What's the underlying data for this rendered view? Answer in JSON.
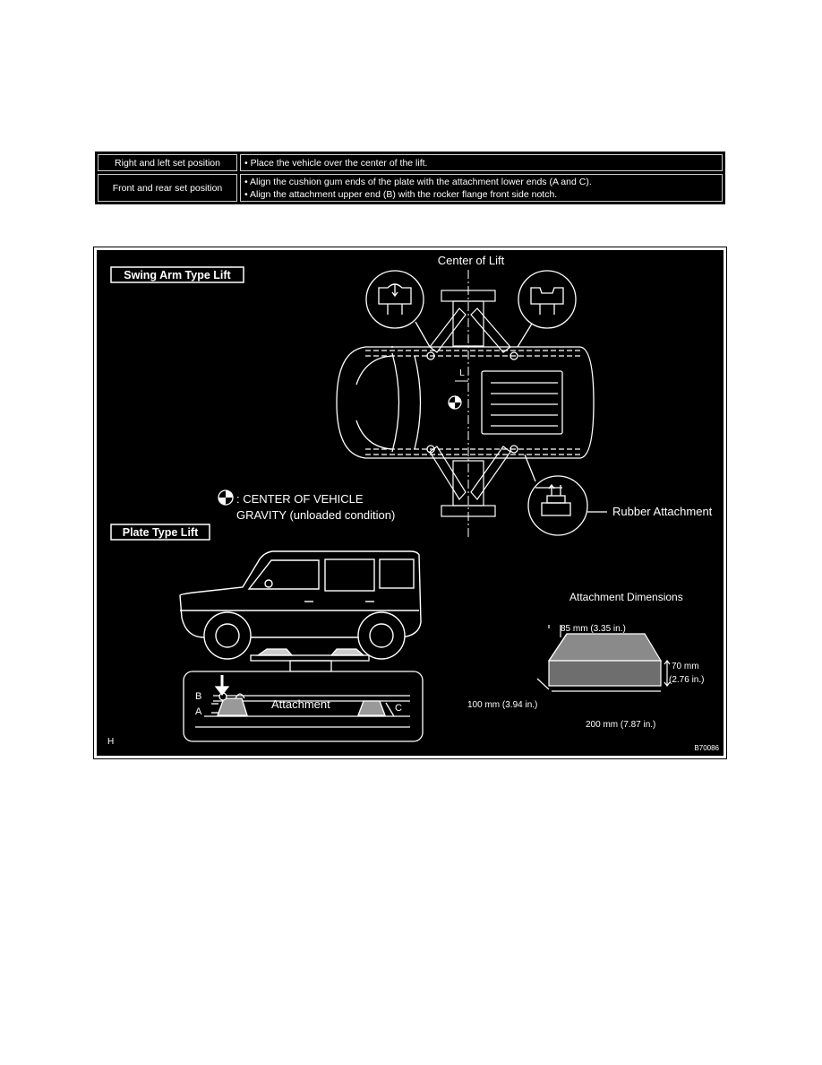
{
  "spec_table": {
    "rows": [
      {
        "label": "Right and left set position",
        "values": [
          "• Place the vehicle over the center of the lift."
        ]
      },
      {
        "label": "Front and rear set position",
        "values": [
          "• Align the cushion gum ends of the plate with the attachment lower ends (A and C).",
          "• Align the attachment upper end (B) with the rocker flange front side notch."
        ]
      }
    ]
  },
  "figure": {
    "swing_arm_title": "Swing Arm Type Lift",
    "center_of_lift": "Center of Lift",
    "dim_l": "L",
    "gravity_line1": ": CENTER OF VEHICLE",
    "gravity_line2": "GRAVITY (unloaded condition)",
    "rubber_attachment": "Rubber Attachment",
    "plate_title": "Plate Type Lift",
    "attachment_dims_title": "Attachment Dimensions",
    "dim_top": "85 mm (3.35 in.)",
    "dim_height_1": "70 mm",
    "dim_height_2": "(2.76 in.)",
    "dim_depth": "100 mm (3.94 in.)",
    "dim_width": "200 mm (7.87 in.)",
    "label_b": "B",
    "label_a": "A",
    "label_c": "C",
    "attachment": "Attachment",
    "corner_h": "H",
    "figure_code": "B70086"
  }
}
